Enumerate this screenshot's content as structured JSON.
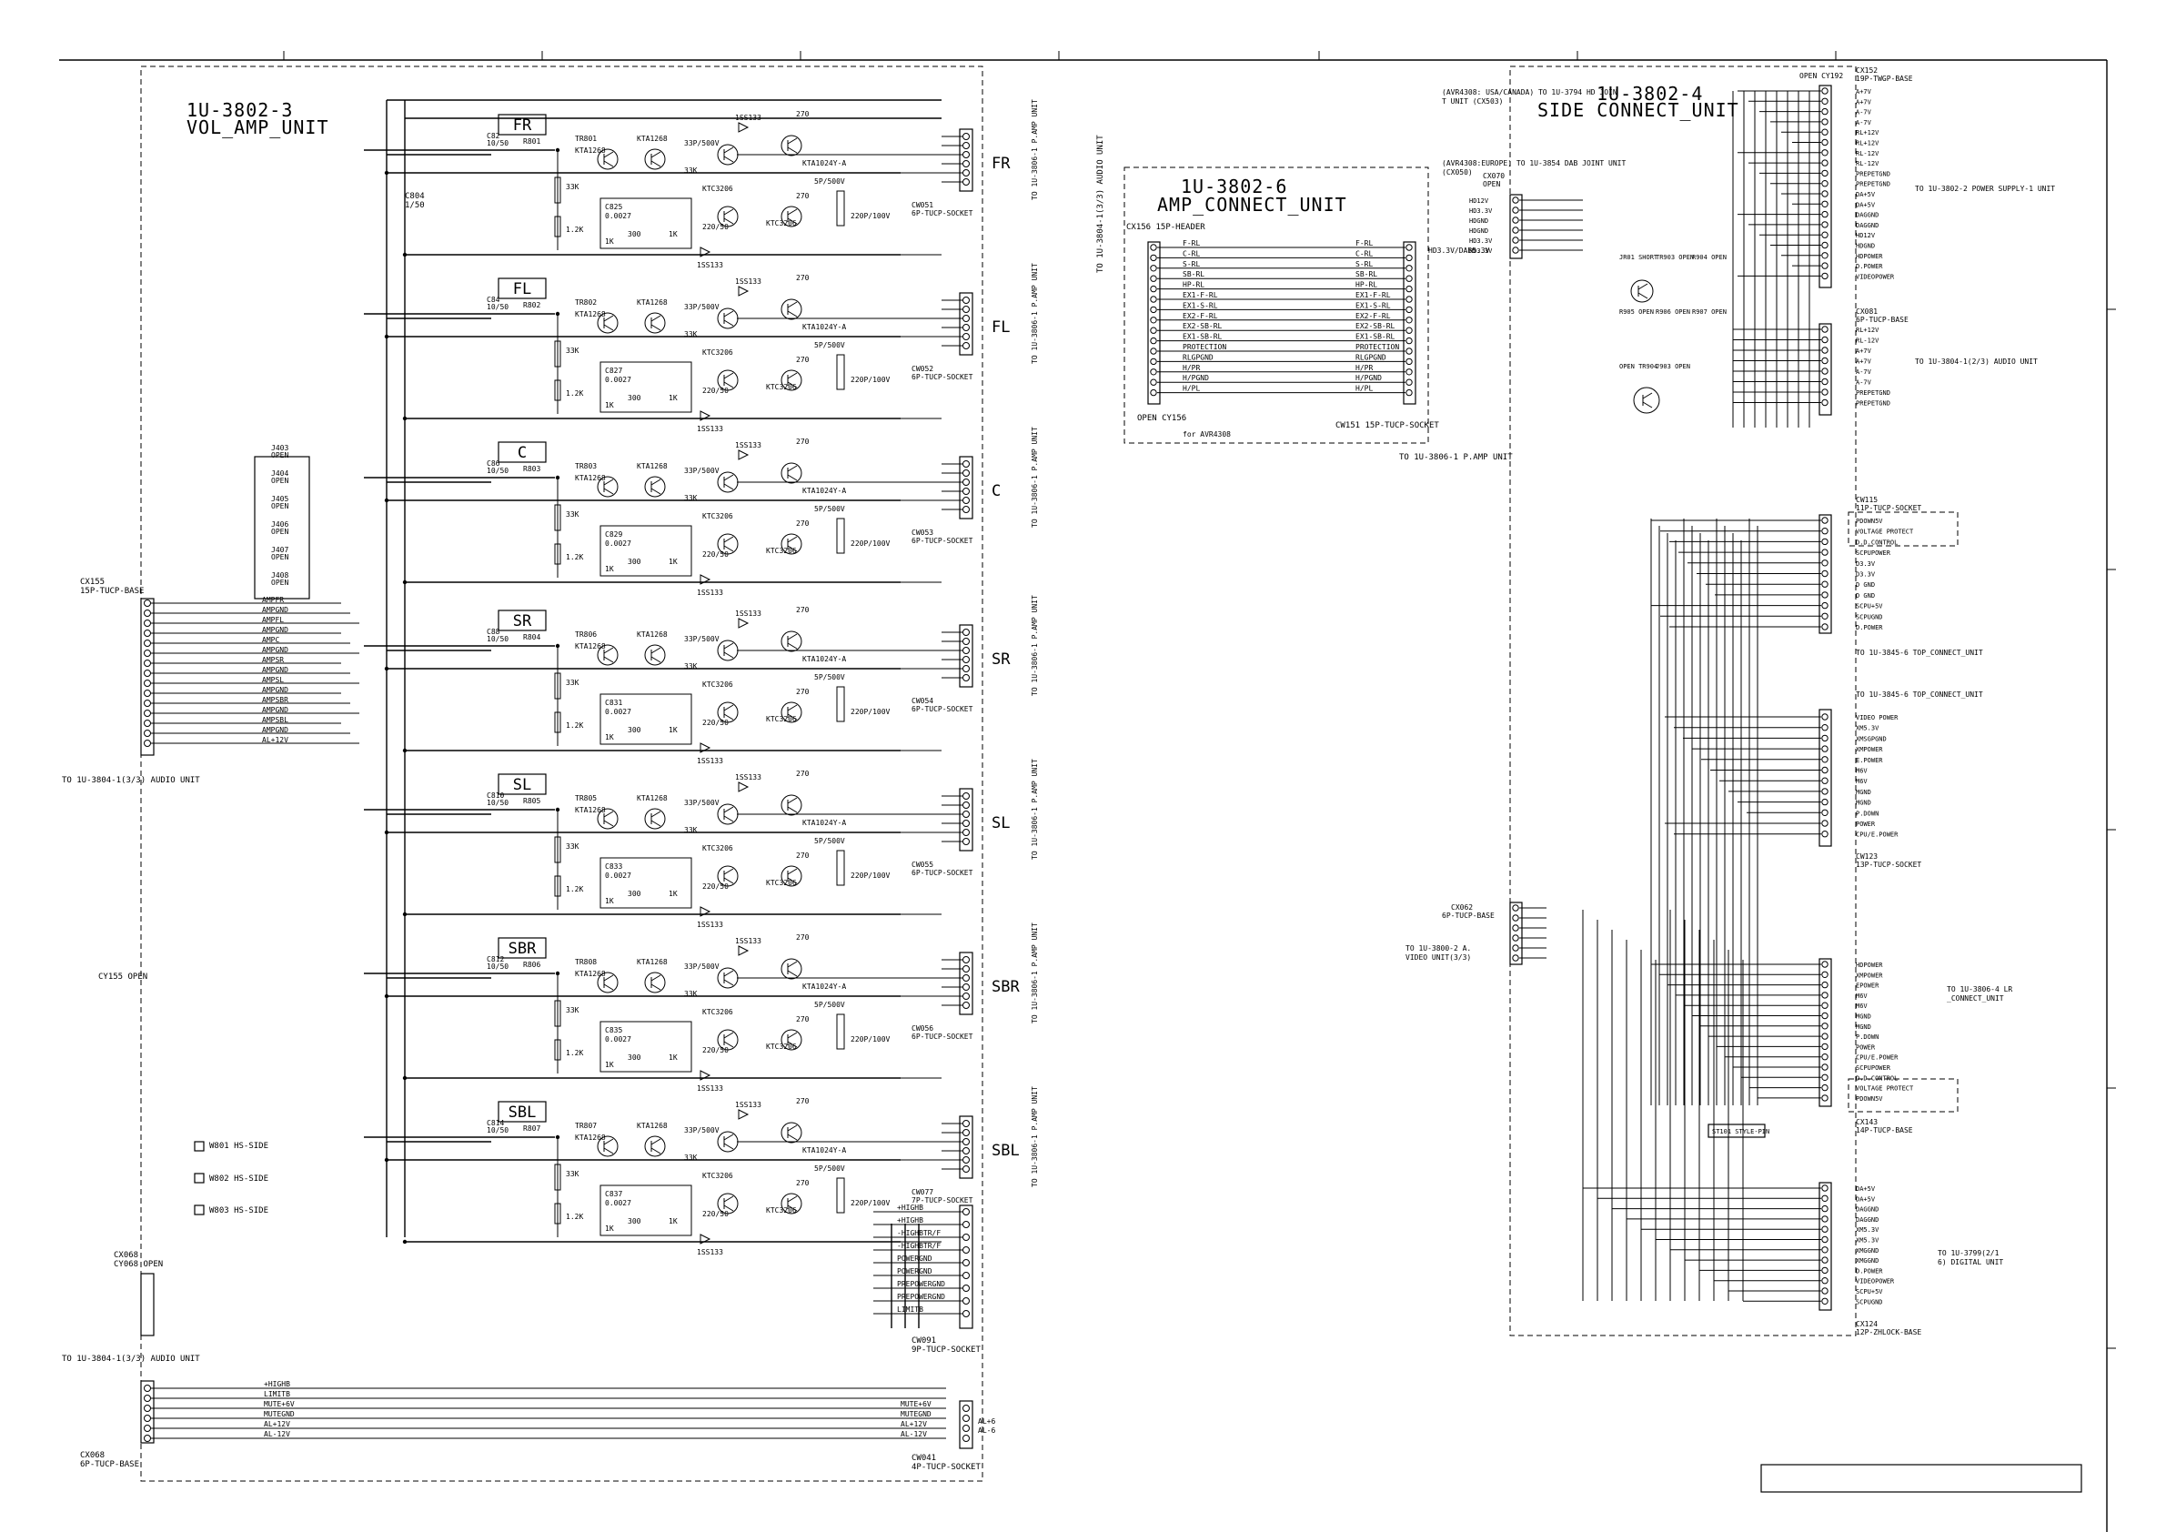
{
  "sheet": {
    "vol_amp_unit": {
      "title": "1U-3802-3",
      "subtitle": "VOL_AMP_UNIT"
    },
    "amp_connect_unit": {
      "title": "1U-3802-6",
      "subtitle": "AMP_CONNECT_UNIT"
    },
    "side_connect_unit": {
      "title": "1U-3802-4",
      "subtitle": "SIDE CONNECT_UNIT"
    }
  },
  "channels": [
    {
      "name": "FR",
      "socket": "CW051",
      "socket_type": "6P-TUCP-SOCKET",
      "ic": "TR801",
      "q1": "KTA1268",
      "q2": "KTC3206",
      "out": "KTA1024Y-A"
    },
    {
      "name": "FL",
      "socket": "CW052",
      "socket_type": "6P-TUCP-SOCKET",
      "ic": "TR802",
      "q1": "KTA1268",
      "q2": "KTC3206",
      "out": "KTA1024Y-A"
    },
    {
      "name": "C",
      "socket": "CW053",
      "socket_type": "6P-TUCP-SOCKET",
      "ic": "TR803",
      "q1": "KTA1268",
      "q2": "KTC3206",
      "out": "KTA1024Y-A"
    },
    {
      "name": "SR",
      "socket": "CW054",
      "socket_type": "6P-TUCP-SOCKET",
      "ic": "TR806",
      "q1": "KTA1268",
      "q2": "KTC3206",
      "out": "KTA1024Y-A"
    },
    {
      "name": "SL",
      "socket": "CW055",
      "socket_type": "6P-TUCP-SOCKET",
      "ic": "TR805",
      "q1": "KTA1268",
      "q2": "KTC3206",
      "out": "KTA1024Y-A"
    },
    {
      "name": "SBR",
      "socket": "CW056",
      "socket_type": "6P-TUCP-SOCKET",
      "ic": "TR808",
      "q1": "KTA1268",
      "q2": "KTC3206",
      "out": "KTA1024Y-A"
    },
    {
      "name": "SBL",
      "socket": "CW077",
      "socket_type": "7P-TUCP-SOCKET",
      "ic": "TR807",
      "q1": "KTA1268",
      "q2": "KTC3206",
      "out": "KTA1024Y-A"
    }
  ],
  "to_pamp": "TO 1U-3806-1 P.AMP UNIT",
  "cx155": {
    "name": "CX155",
    "type": "15P-TUCP-BASE",
    "pins": [
      "AMPFR",
      "AMPGND",
      "AMPFL",
      "AMPGND",
      "AMPC",
      "AMPGND",
      "AMPSR",
      "AMPGND",
      "AMPSL",
      "AMPGND",
      "AMPSBR",
      "AMPGND",
      "AMPSBL",
      "AMPGND",
      "AL+12V"
    ]
  },
  "cx155_to": "TO 1U-3804-1(3/3) AUDIO UNIT",
  "cy155": "CY155 OPEN",
  "jumpers": [
    "J403 OPEN",
    "J404 OPEN",
    "J405 OPEN",
    "J406 OPEN",
    "J407 OPEN",
    "J408 OPEN"
  ],
  "cw091": {
    "name": "CW091",
    "type": "9P-TUCP-SOCKET",
    "pins": [
      "+HIGHB",
      "+HIGHB",
      "-HIGHBTR/F",
      "-HIGHBTR/F",
      "POWERGND",
      "POWERGND",
      "PREPOWERGND",
      "PREPOWERGND",
      "LIMITB"
    ]
  },
  "cx068": {
    "name": "CX068",
    "type": "6P-TUCP-BASE",
    "open": "CY068 OPEN",
    "pins": [
      "+HIGHB",
      "LIMITB",
      "MUTE+6V",
      "MUTEGND",
      "AL+12V",
      "AL-12V"
    ]
  },
  "cx068_to": "TO 1U-3804-1(3/3) AUDIO UNIT",
  "cw041": {
    "name": "CW041",
    "type": "4P-TUCP-SOCKET",
    "pins": [
      "MUTE+6V",
      "MUTEGND",
      "AL+12V",
      "AL-12V"
    ],
    "pins_short": [
      "AL+6",
      "AL-6"
    ]
  },
  "marks": [
    "W801 HS-SIDE",
    "W802 HS-SIDE",
    "W803 HS-SIDE"
  ],
  "amp_connect": {
    "header": "CX156 15P-HEADER",
    "socket": "CW151 15P-TUCP-SOCKET",
    "open": "OPEN CY156",
    "note": "for AVR4308",
    "left": [
      "F-RL",
      "C-RL",
      "S-RL",
      "SB-RL",
      "HP-RL",
      "EX1-F-RL",
      "EX1-S-RL",
      "EX2-F-RL",
      "EX2-SB-RL",
      "EX1-SB-RL",
      "PROTECTION",
      "RLGPGND",
      "H/PR",
      "H/PGND",
      "H/PL"
    ],
    "right": [
      "F-RL",
      "C-RL",
      "S-RL",
      "SB-RL",
      "HP-RL",
      "EX1-F-RL",
      "EX1-S-RL",
      "EX2-F-RL",
      "EX2-SB-RL",
      "EX1-SB-RL",
      "PROTECTION",
      "RLGPGND",
      "H/PR",
      "H/PGND",
      "H/PL"
    ],
    "to_left": "TO 1U-3804-1(3/3) AUDIO UNIT",
    "to_right": "TO 1U-3806-1 P.AMP UNIT"
  },
  "side": {
    "cx152": {
      "name": "CX152",
      "type": "19P-TWGP-BASE",
      "open": "OPEN CY192",
      "pins": [
        "A+7V",
        "A+7V",
        "A-7V",
        "A-7V",
        "RL+12V",
        "RL+12V",
        "RL-12V",
        "RL-12V",
        "PREPETGND",
        "PREPETGND",
        "DA+5V",
        "DA+5V",
        "DAGGND",
        "DAGGND",
        "HD12V",
        "HDGND",
        "HDPOWER",
        "D.POWER",
        "VIDEOPOWER"
      ],
      "to": "TO 1U-3802-2 POWER SUPPLY-1 UNIT"
    },
    "cx070": {
      "name": "CX070",
      "open": "OPEN",
      "note": "(AVR4308: USA/CANADA) TO 1U-3794 HD JOINT UNIT (CX503)",
      "note2": "(AVR4308:EUROPE) TO 1U-3854 DAB JOINT UNIT (CX050)",
      "pins": [
        "HD12V",
        "HD3.3V",
        "HDGND",
        "HDGND",
        "HD3.3V",
        "HD3.3V"
      ],
      "label": "HD3.3V/DAB5.3V"
    },
    "cx081": {
      "name": "CX081",
      "type": "6P-TUCP-BASE",
      "pins": [
        "RL+12V",
        "RL-12V",
        "A+7V",
        "A+7V",
        "A-7V",
        "A-7V",
        "PREPETGND",
        "PREPETGND"
      ],
      "to": "TO 1U-3804-1(2/3) AUDIO UNIT"
    },
    "parts": [
      "JR01 SHORT",
      "TR903 OPEN",
      "R904 OPEN",
      "R905 OPEN",
      "R906 OPEN",
      "R907 OPEN",
      "OPEN TR904",
      "J903 OPEN"
    ],
    "cw115": {
      "name": "CW115",
      "type": "11P-TUCP-SOCKET",
      "pins": [
        "PDOWN5V",
        "VOLTAGE PROTECT",
        "D.D.CONTROL",
        "SCPUPOWER",
        "D3.3V",
        "D3.3V",
        "D GND",
        "D GND",
        "SCPU+5V",
        "SCPUGND",
        "D.POWER"
      ],
      "to": "TO 1U-3845-6 TOP_CONNECT_UNIT"
    },
    "cw123": {
      "name": "CW123",
      "type": "13P-TUCP-SOCKET",
      "pins": [
        "VIDEO POWER",
        "XM5.3V",
        "XMSGPGND",
        "XMPOWER",
        "E.POWER",
        "M6V",
        "M6V",
        "MGND",
        "MGND",
        "P.DOWN",
        "POWER",
        "CPU/E.POWER"
      ],
      "to": "TO 1U-3845-6 TOP_CONNECT_UNIT"
    },
    "cx062": {
      "name": "CX062",
      "type": "6P-TUCP-BASE",
      "to": "TO 1U-3800-2 A.VIDEO UNIT(3/3)"
    },
    "cx143": {
      "name": "CX143",
      "type": "14P-TUCP-BASE",
      "pins": [
        "HDPOWER",
        "XMPOWER",
        "EPOWER",
        "M6V",
        "M6V",
        "MGND",
        "MGND",
        "P.DOWN",
        "POWER",
        "CPU/E.POWER",
        "SCPUPOWER",
        "D.D.CONTROL",
        "VOLTAGE PROTECT",
        "PDOWN5V"
      ],
      "to": "TO 1U-3806-4 LR_CONNECT_UNIT"
    },
    "style_pin": "ST101 STYLE-PIN",
    "cx124": {
      "name": "CX124",
      "type": "12P-ZHLOCK-BASE",
      "pins": [
        "DA+5V",
        "DA+5V",
        "DAGGND",
        "DAGGND",
        "XM5.3V",
        "XM5.3V",
        "XMGGND",
        "XMGGND",
        "D.POWER",
        "VIDEOPOWER",
        "SCPU+5V",
        "SCPUGND"
      ],
      "to": "TO 1U-3799(2/16) DIGITAL UNIT"
    }
  }
}
